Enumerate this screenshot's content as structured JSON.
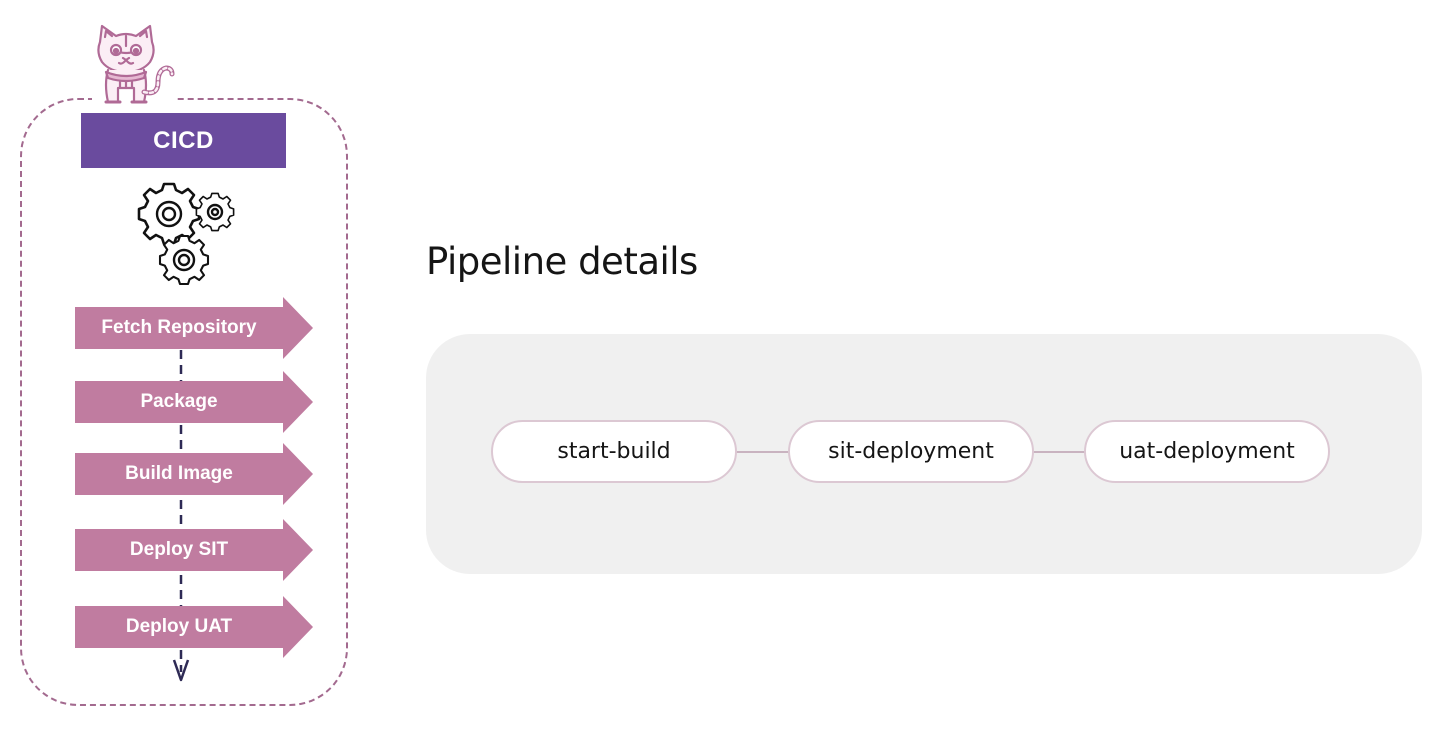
{
  "cicd_panel": {
    "title": "CICD",
    "mascot_icon": "cat-mascot-icon",
    "gears_icon": "gears-icon",
    "steps": [
      {
        "label": "Fetch Repository"
      },
      {
        "label": "Package"
      },
      {
        "label": "Build Image"
      },
      {
        "label": "Deploy SIT"
      },
      {
        "label": "Deploy UAT"
      }
    ],
    "colors": {
      "frame": "#a36a8f",
      "title_bg": "#6a4b9e",
      "step_bg": "#c07ca0",
      "flow_line": "#2e2a55"
    }
  },
  "pipeline": {
    "heading": "Pipeline details",
    "tasks": [
      {
        "name": "start-build"
      },
      {
        "name": "sit-deployment"
      },
      {
        "name": "uat-deployment"
      }
    ],
    "colors": {
      "canvas_bg": "#f0f0f0",
      "node_border": "#dcc8d3",
      "connector": "#c9b3c0"
    }
  }
}
